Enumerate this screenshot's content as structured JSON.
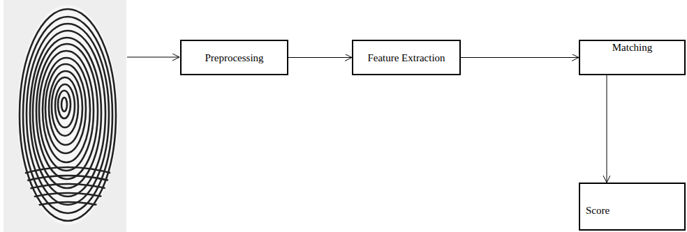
{
  "diagram": {
    "nodes": [
      {
        "text": [
          "Preprocessing"
        ]
      },
      {
        "text": [
          "Feature Extraction"
        ]
      },
      {
        "text": [
          "Matching"
        ]
      },
      {
        "text": [
          "Score"
        ]
      }
    ],
    "edges": [
      {
        "from": 0,
        "to": 1,
        "arrow": "to"
      },
      {
        "from": 1,
        "to": 2,
        "arrow": "to"
      },
      {
        "from": 2,
        "to": 3,
        "arrow": "to"
      }
    ]
  }
}
